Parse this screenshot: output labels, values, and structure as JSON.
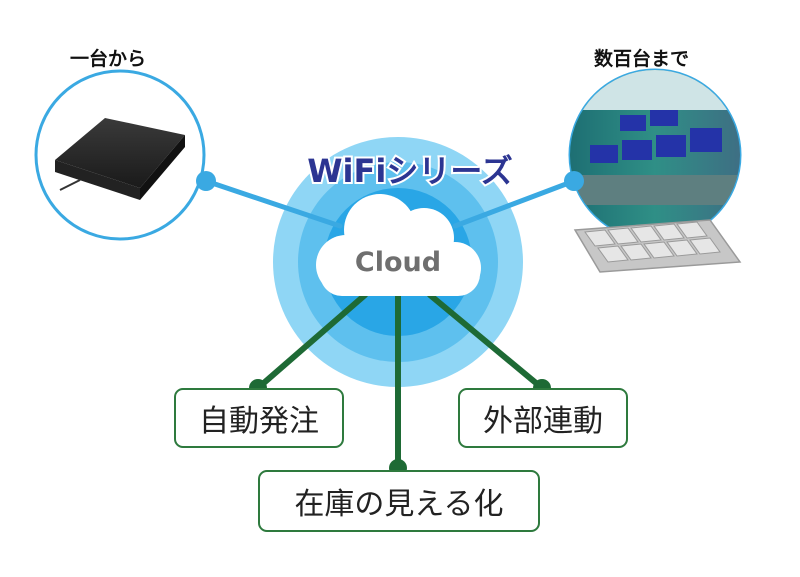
{
  "left_device": {
    "caption": "一台から"
  },
  "right_device": {
    "caption": "数百台まで"
  },
  "center": {
    "series_label": "WiFiシリーズ",
    "cloud_label": "Cloud"
  },
  "features": [
    {
      "label": "自動発注"
    },
    {
      "label": "外部連動"
    },
    {
      "label": "在庫の見える化"
    }
  ],
  "colors": {
    "series_text": "#2c3592",
    "connector_blue": "#3aa9e2",
    "connector_green": "#1e6a35",
    "halo_outer": "#8fd6f5",
    "halo_mid": "#5ec0ee",
    "halo_inner": "#29a6e6",
    "cloud_text": "#6f6f6f"
  }
}
